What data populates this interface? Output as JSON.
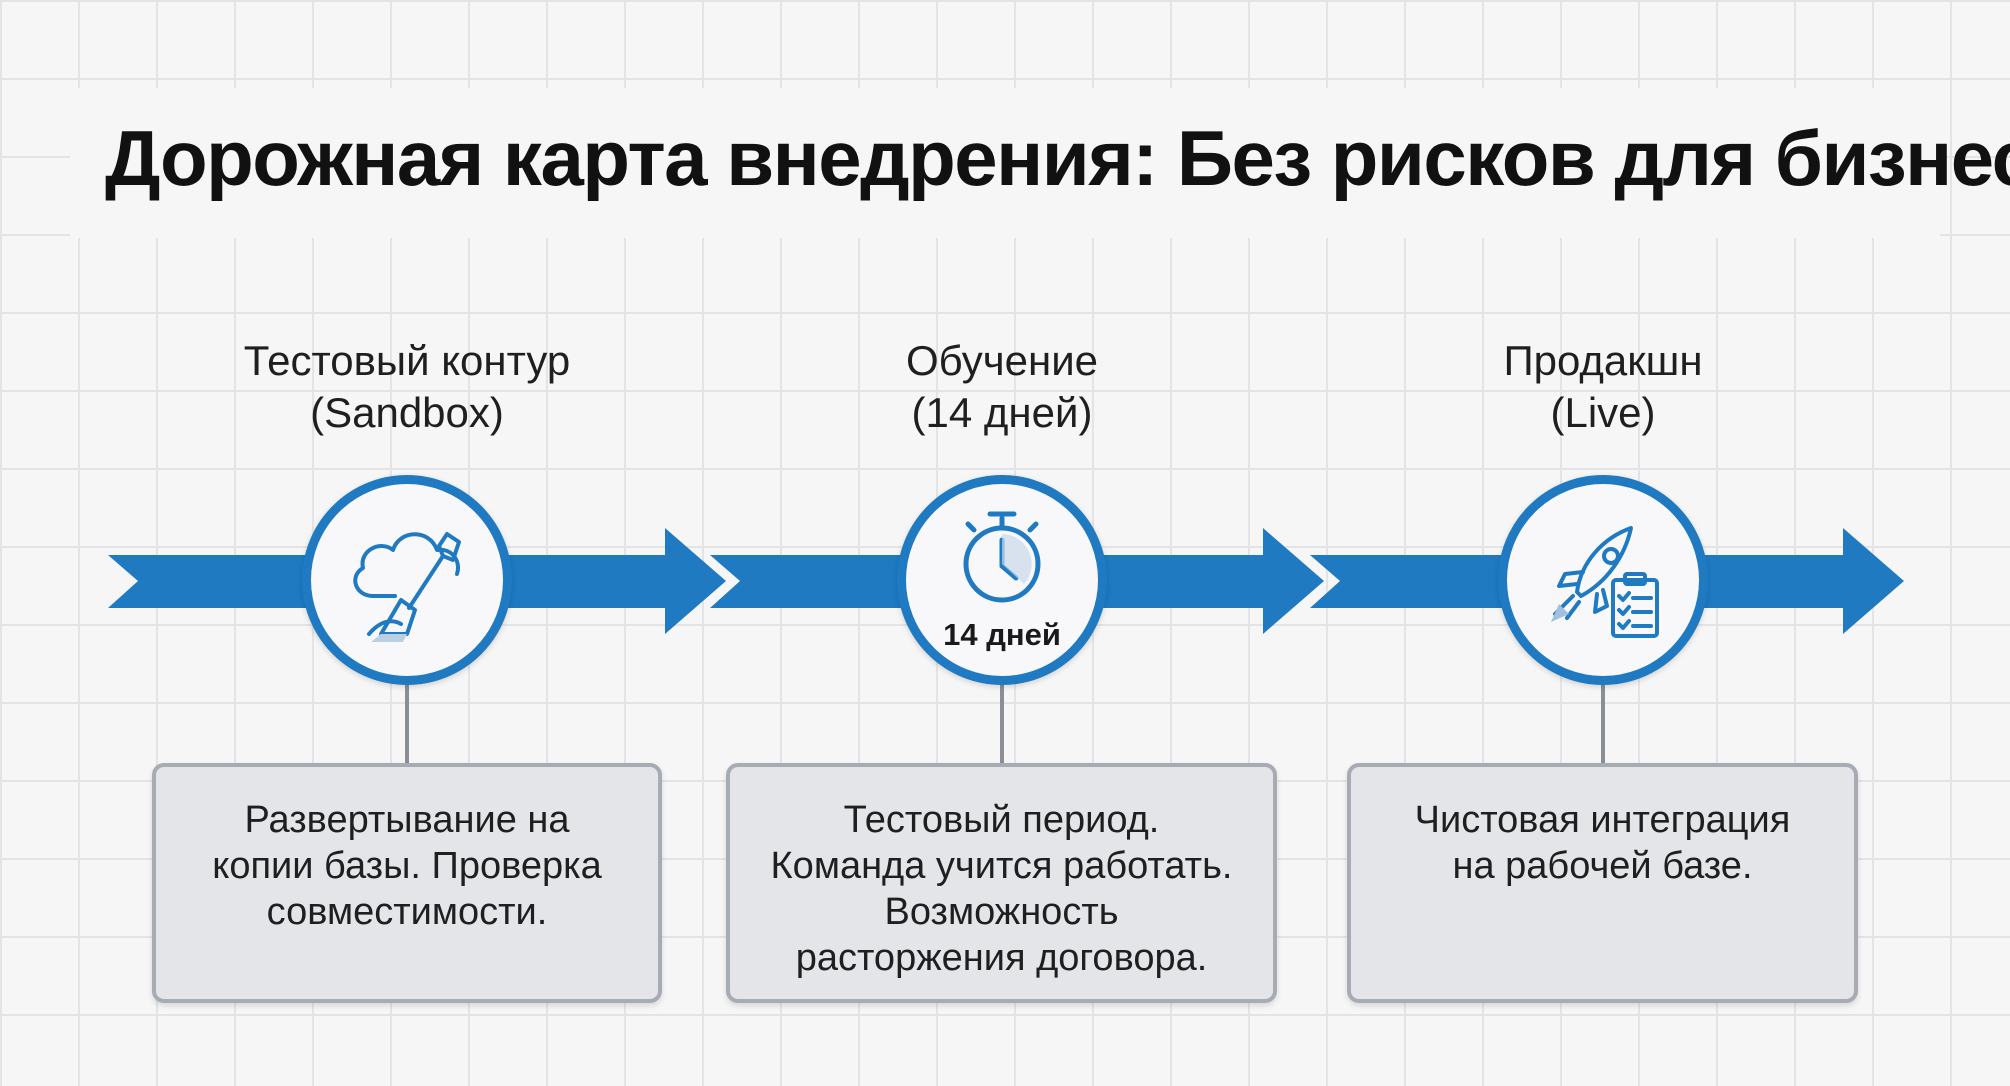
{
  "title": "Дорожная карта внедрения: Без рисков для бизнеса",
  "colors": {
    "accent": "#1f7ac2",
    "box_fill": "#e3e5e9",
    "box_border": "#a6abb4",
    "connector": "#8a8f97"
  },
  "stages": [
    {
      "label_lines": [
        "Тестовый контур",
        "(Sandbox)"
      ],
      "icon": "cloud-shovel-icon",
      "description_lines": [
        "Развертывание на",
        "копии базы. Проверка",
        "совместимости."
      ]
    },
    {
      "label_lines": [
        "Обучение",
        "(14 дней)"
      ],
      "icon": "stopwatch-icon",
      "badge": "14 дней",
      "description_lines": [
        "Тестовый период.",
        "Команда учится работать.",
        "Возможность",
        "расторжения договора."
      ]
    },
    {
      "label_lines": [
        "Продакшн",
        "(Live)"
      ],
      "icon": "rocket-checklist-icon",
      "description_lines": [
        "Чистовая интеграция",
        "на рабочей базе."
      ]
    }
  ]
}
